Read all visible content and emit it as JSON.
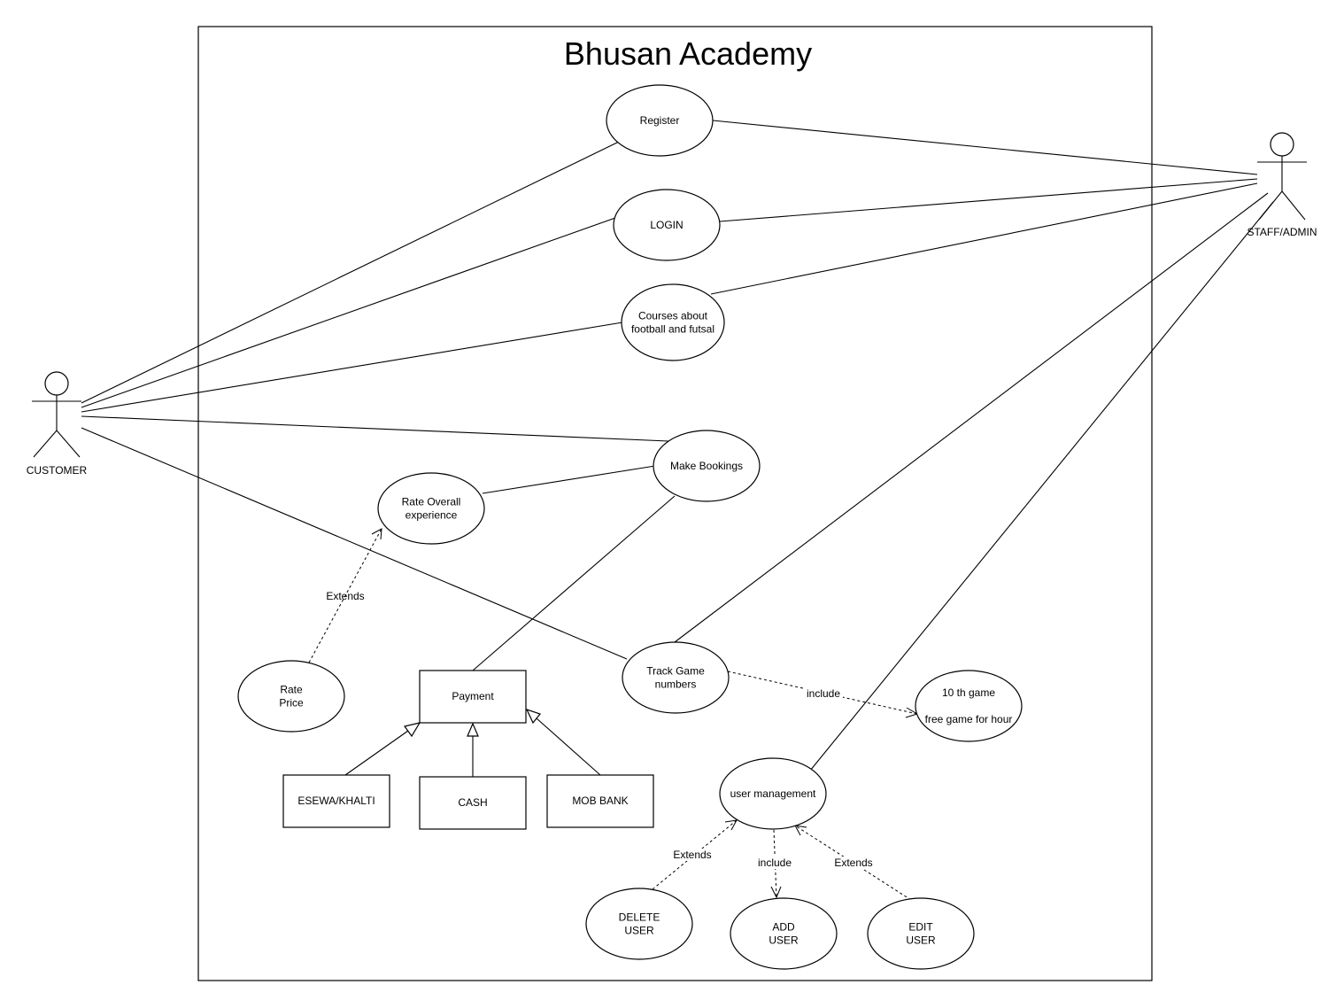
{
  "system": {
    "title": "Bhusan Academy"
  },
  "actors": {
    "customer": "CUSTOMER",
    "staff": "STAFF/ADMIN"
  },
  "use_cases": {
    "register": [
      "Register"
    ],
    "login": [
      "LOGIN"
    ],
    "courses": [
      "Courses about",
      "football and futsal"
    ],
    "bookings": [
      "Make Bookings"
    ],
    "rate_overall": [
      "Rate Overall",
      "experience"
    ],
    "rate_price": [
      "Rate",
      "Price"
    ],
    "track_game": [
      "Track Game",
      "numbers"
    ],
    "tenth_game": [
      "10 th game",
      "",
      "free game for hour"
    ],
    "user_mgmt": [
      "user management"
    ],
    "delete_user": [
      "DELETE",
      "USER"
    ],
    "add_user": [
      "ADD",
      "USER"
    ],
    "edit_user": [
      "EDIT",
      "USER"
    ]
  },
  "classes": {
    "payment": "Payment",
    "esewa": "ESEWA/KHALTI",
    "cash": "CASH",
    "mob_bank": "MOB BANK"
  },
  "relation_labels": {
    "extends_rate": "Extends",
    "include_track": "include",
    "extends_delete": "Extends",
    "include_add": "include",
    "extends_edit": "Extends"
  }
}
